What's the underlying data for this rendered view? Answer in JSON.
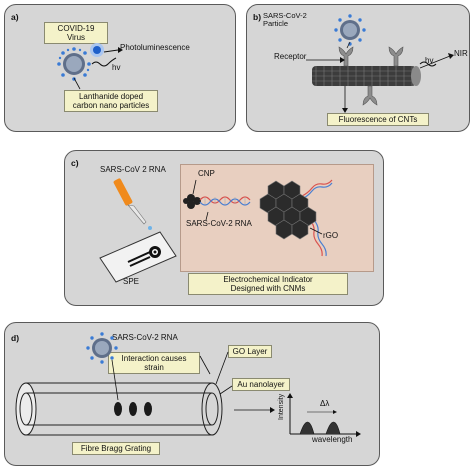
{
  "panels": {
    "a": {
      "letter": "a)",
      "virus_label": "COVID-19 Virus",
      "hv": "hv",
      "photoluminescence": "Photoluminescence",
      "particle_label_1": "Lanthanide doped",
      "particle_label_2": "carbon nano particles"
    },
    "b": {
      "letter": "b)",
      "particle_label_1": "SARS-CoV-2",
      "particle_label_2": "Particle",
      "receptor": "Receptor",
      "hv": "hv",
      "nir": "NIR",
      "fluorescence": "Fluorescence of CNTs"
    },
    "c": {
      "letter": "c)",
      "rna_label": "SARS-CoV 2 RNA",
      "spe": "SPE",
      "cnp": "CNP",
      "rna_label_2": "SARS-CoV-2 RNA",
      "rgo": "rGO",
      "indicator_1": "Electrochemical Indicator",
      "indicator_2": "Designed with CNMs"
    },
    "d": {
      "letter": "d)",
      "rna_label": "SARS-CoV-2 RNA",
      "interaction_1": "Interaction causes",
      "interaction_2": "strain",
      "go_layer": "GO Layer",
      "au_layer": "Au nanolayer",
      "grating": "Fibre Bragg  Grating",
      "intensity": "Intensity",
      "wavelength": "wavelength",
      "delta": "Δλ"
    }
  },
  "colors": {
    "panel_bg": "#d6d6d6",
    "label_box": "#f4f2c9",
    "virus_blue": "#3a7bd5",
    "rna_red": "#d9534f",
    "rna_blue": "#4a7fd1",
    "graphene": "#2b2b2b",
    "cnp_bg": "#e8cfc0"
  }
}
